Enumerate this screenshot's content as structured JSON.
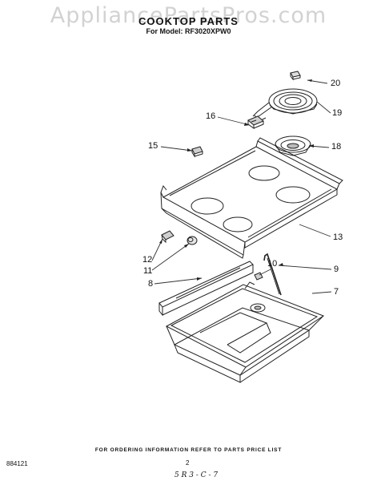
{
  "watermark": "AppliancePartsPros.com",
  "title": "COOKTOP PARTS",
  "model_line": "For Model: RF3020XPW0",
  "callouts": {
    "c20": "20",
    "c19": "19",
    "c18": "18",
    "c16": "16",
    "c15": "15",
    "c13": "13",
    "c12": "12",
    "c11": "11",
    "c10": "10",
    "c9": "9",
    "c8": "8",
    "c7": "7"
  },
  "footer": {
    "ordering_note": "FOR ORDERING INFORMATION REFER TO PARTS PRICE LIST",
    "doc_number": "884121",
    "page_number": "2",
    "handwritten_note": "5 R 3 - C - 7"
  }
}
